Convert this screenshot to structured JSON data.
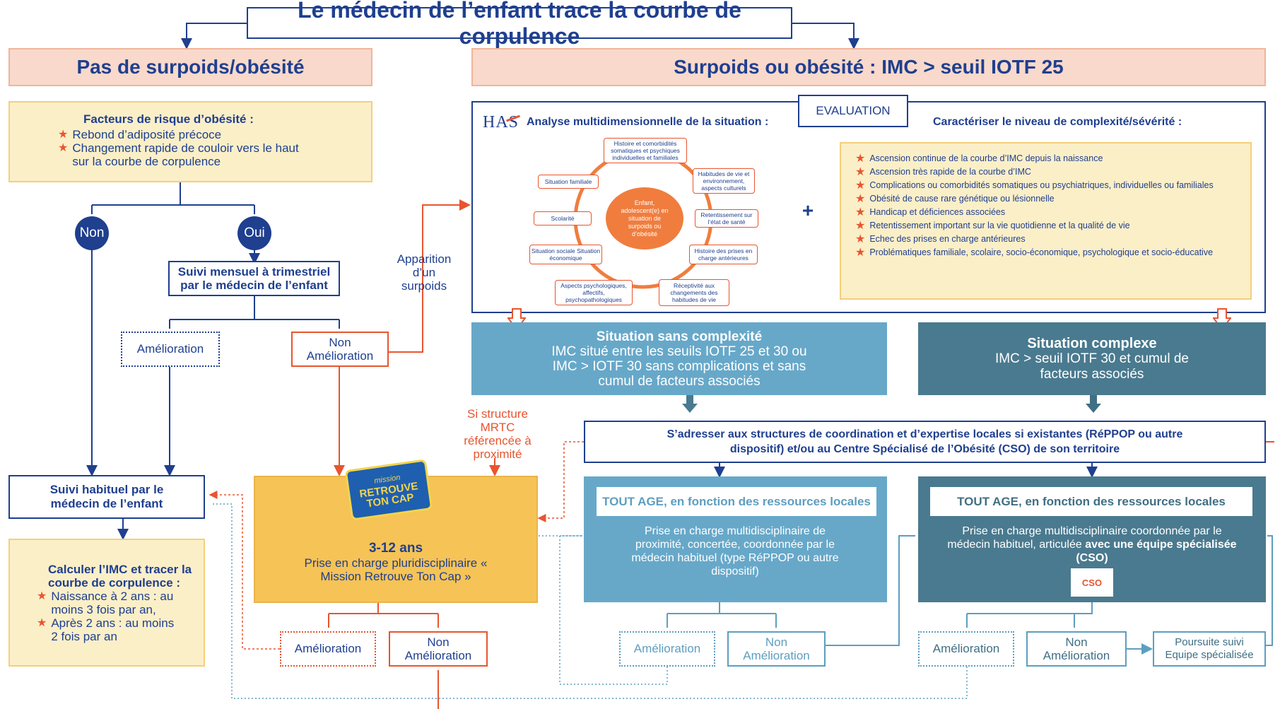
{
  "title": "Le médecin de l’enfant trace la courbe de corpulence",
  "left_header": "Pas de surpoids/obésité",
  "right_header": "Surpoids ou obésité : IMC > seuil IOTF 25",
  "risk": {
    "title": "Facteurs de risque d’obésité :",
    "items": [
      "Rebond d’adiposité précoce",
      "Changement rapide de couloir vers le haut sur la courbe de corpulence"
    ]
  },
  "non": "Non",
  "oui": "Oui",
  "suivi_mensuel": "Suivi mensuel à trimestriel par le médecin de l’enfant",
  "amelioration": "Amélioration",
  "non_amelioration": "Non Amélioration",
  "apparition": "Apparition d’un surpoids",
  "suivi_habituel": "Suivi habituel par le médecin de l’enfant",
  "calc": {
    "title": "Calculer l’IMC et tracer la courbe de corpulence :",
    "items": [
      "Naissance à 2 ans : au moins 3 fois par an,",
      "Après 2 ans : au moins 2 fois par an"
    ]
  },
  "evaluation": "EVALUATION",
  "has_logo": "HAS",
  "analyse_title": "Analyse multidimensionnelle de la situation :",
  "caract_title": "Caractériser le niveau de complexité/sévérité :",
  "center_bubble": "Enfant, adolescent(e) en situation de surpoids ou d’obésité",
  "bubbles": [
    "Histoire et comorbidités somatiques et psychiques individuelles et familiales",
    "Habitudes de vie et environnement, aspects culturels",
    "Retentissement sur l’état de santé",
    "Histoire des prises en charge antérieures",
    "Réceptivité aux changements des habitudes de vie",
    "Aspects psychologiques, affectifs, psychopathologiques",
    "Situation sociale Situation économique",
    "Scolarité",
    "Situation familiale"
  ],
  "plus": "+",
  "complexity_items": [
    "Ascension continue de la courbe d’IMC depuis la naissance",
    "Ascension très rapide de la courbe d’IMC",
    "Complications ou comorbidités somatiques ou psychiatriques, individuelles ou familiales",
    "Obésité de cause rare génétique ou lésionnelle",
    "Handicap et déficiences associées",
    "Retentissement important sur la vie quotidienne et la qualité de vie",
    "Echec des prises en charge antérieures",
    "Problématiques familiale, scolaire, socio-économique, psychologique et socio-éducative"
  ],
  "sans_complexite": {
    "title": "Situation sans complexité",
    "text": "IMC situé entre les seuils IOTF 25 et 30 ou IMC > IOTF 30 sans complications et sans cumul de facteurs associés"
  },
  "complexe": {
    "title": "Situation complexe",
    "text": "IMC > seuil IOTF 30 et cumul de facteurs associés"
  },
  "mrtc": "Si structure MRTC référencée à proximité",
  "sadresser": "S’adresser aux structures de coordination et d’expertise locales si existantes (RéPPOP ou autre dispositif) et/ou au Centre Spécialisé de l’Obésité (CSO) de son territoire",
  "mission_logo": {
    "line1": "mission",
    "line2": "RETROUVE",
    "line3": "TON CAP"
  },
  "mission": {
    "age": "3-12 ans",
    "text": "Prise en charge pluridisciplinaire « Mission Retrouve Ton Cap »"
  },
  "tout_age": "TOUT AGE, en fonction des ressources locales",
  "proximite_text": "Prise en charge multidisciplinaire de proximité, concertée, coordonnée par le médecin habituel (type RéPPOP ou autre dispositif)",
  "specialisee_text_1": "Prise en charge multidisciplinaire coordonnée par le médecin habituel, articulée",
  "specialisee_text_2": "avec une équipe spécialisée (CSO)",
  "cso_logo": "CSO",
  "poursuite": "Poursuite suivi Equipe spécialisée",
  "colors": {
    "navy": "#1f3f8f",
    "orange": "#e8552f",
    "teal_light": "#5e9ec0",
    "teal_dark": "#3f6f84",
    "yellow": "#fbefc8",
    "salmon": "#f8d9cb"
  }
}
